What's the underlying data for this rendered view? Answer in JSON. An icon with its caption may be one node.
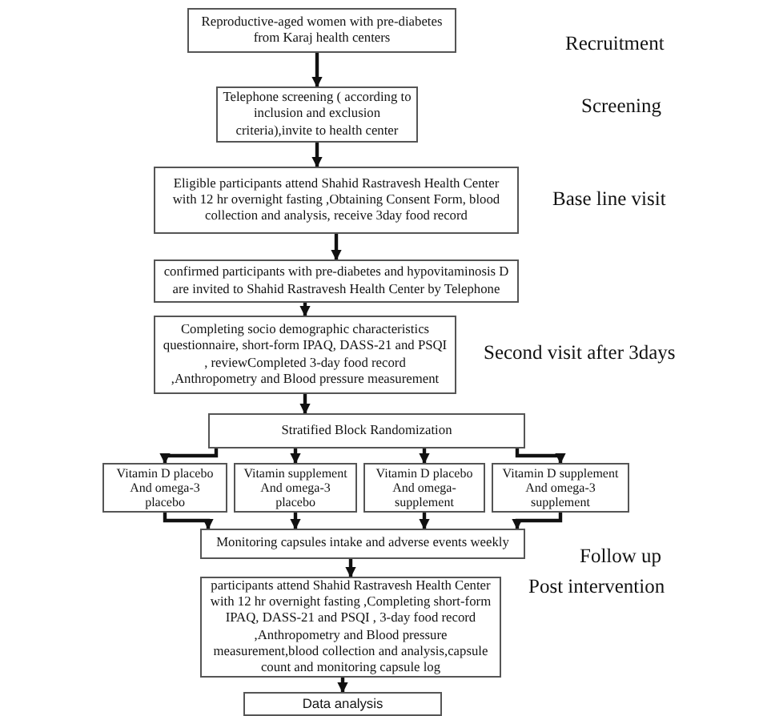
{
  "diagram": {
    "nodes": [
      {
        "text": [
          "Reproductive-aged women with pre-diabetes from Karaj health centers"
        ]
      },
      {
        "text": [
          "Telephone screening ( according to inclusion and exclusion criteria),invite to health center"
        ]
      },
      {
        "text": [
          "Eligible participants attend Shahid  Rastravesh  Health Center with 12 hr overnight fasting ,Obtaining  Consent Form, blood collection and analysis, receive 3day food record"
        ]
      },
      {
        "text": [
          "confirmed participants with pre-diabetes and hypovitaminosis D are invited to Shahid  Rastravesh  Health Center by Telephone"
        ]
      },
      {
        "text": [
          "Completing socio demographic characteristics questionnaire, short-form IPAQ, DASS-21 and PSQI , reviewCompleted 3-day food record ,Anthropometry and Blood pressure measurement"
        ]
      },
      {
        "text": [
          "Stratified Block Randomization"
        ]
      },
      {
        "text": [
          "Vitamin D placebo And omega-3 placebo"
        ]
      },
      {
        "text": [
          "Vitamin supplement And omega-3 placebo"
        ]
      },
      {
        "text": [
          "Vitamin D placebo And omega-supplement"
        ]
      },
      {
        "text": [
          "Vitamin D supplement And omega-3 supplement"
        ]
      },
      {
        "text": [
          "Monitoring capsules intake and adverse events weekly"
        ]
      },
      {
        "text": [
          "participants attend Shahid  Rastravesh  Health Center with 12 hr overnight fasting ,Completing short-form IPAQ, DASS-21 and PSQI , 3-day food record ,Anthropometry and Blood pressure measurement,blood collection and analysis,capsule count and monitoring capsule log"
        ]
      },
      {
        "text": [
          "Data analysis"
        ]
      }
    ],
    "edges": [
      {
        "from": 0,
        "to": 1,
        "arrow": "to"
      },
      {
        "from": 1,
        "to": 2,
        "arrow": "to"
      },
      {
        "from": 2,
        "to": 3,
        "arrow": "to"
      },
      {
        "from": 3,
        "to": 4,
        "arrow": "to"
      },
      {
        "from": 4,
        "to": 5,
        "arrow": "to"
      },
      {
        "from": 5,
        "to": 6,
        "arrow": "to"
      },
      {
        "from": 5,
        "to": 7,
        "arrow": "to"
      },
      {
        "from": 5,
        "to": 8,
        "arrow": "to"
      },
      {
        "from": 5,
        "to": 9,
        "arrow": "to"
      },
      {
        "from": 6,
        "to": 10,
        "arrow": "to"
      },
      {
        "from": 7,
        "to": 10,
        "arrow": "to"
      },
      {
        "from": 8,
        "to": 10,
        "arrow": "to"
      },
      {
        "from": 9,
        "to": 10,
        "arrow": "to"
      },
      {
        "from": 10,
        "to": 11,
        "arrow": "to"
      },
      {
        "from": 11,
        "to": 12,
        "arrow": "to"
      }
    ],
    "labels": [
      "Recruitment",
      "Screening",
      "Base line visit",
      "Second visit after 3days",
      "Follow up",
      "Post intervention"
    ]
  }
}
